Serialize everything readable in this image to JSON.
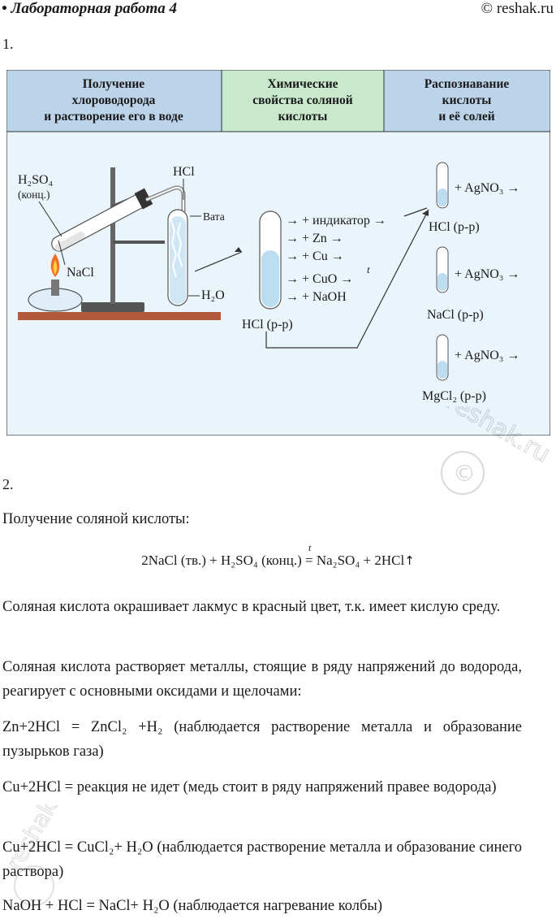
{
  "header": {
    "title": "• Лабораторная работа 4",
    "site": "© reshak.ru"
  },
  "section1": {
    "number": "1."
  },
  "figure": {
    "col1": [
      "Получение",
      "хлороводорода",
      "и растворение его в воде"
    ],
    "col2": [
      "Химические",
      "свойства соляной",
      "кислоты"
    ],
    "col3": [
      "Распознавание",
      "кислоты",
      "и её солей"
    ],
    "h2so4": "H₂SO₄",
    "konc": "(конц.)",
    "nacl_solid": "NaCl",
    "hcl_gas": "HCl",
    "vata": "Вата",
    "h2o": "H₂O",
    "reagents": [
      "→ + индикатор →",
      "→ + Zn →",
      "→ + Cu →",
      "→ + CuO →",
      "→ + NaOH"
    ],
    "t": "t",
    "hcl_solution": "HCl (р-р)",
    "agno3": "+ AgNO₃ →",
    "tubes": [
      "HCl (р-р)",
      "NaCl (р-р)",
      "MgCl₂ (р-р)"
    ]
  },
  "section2": {
    "number": "2."
  },
  "text": {
    "intro": "Получение соляной кислоты:",
    "eq_left": "2NaCl (тв.) + H₂SO₄ (конц.)",
    "eq_sign": "=",
    "eq_t": "t",
    "eq_right": "Na₂SO₄ + 2HCl",
    "eq_arrow": "↑",
    "p1": "Соляная кислота окрашивает лакмус в красный цвет, т.к. имеет кислую среду.",
    "p2": "Соляная кислота растворяет металлы, стоящие в ряду напряжений до водорода, реагирует с основными оксидами и щелочами:",
    "p3": "Zn+2HCl = ZnCl₂ +H₂ (наблюдается растворение металла и образование пузырьков газа)",
    "p4": "Cu+2HCl = реакция не идет (медь стоит в ряду напряжений правее водорода)",
    "p5": "Cu+2HCl = CuCl₂+ H₂O (наблюдается растворение металла и образование синего раствора)",
    "p6": "NaOH + HCl = NaCl+ H₂O (наблюдается нагревание колбы)"
  },
  "watermark": {
    "text": "reshak.ru",
    "symbol": "©"
  }
}
